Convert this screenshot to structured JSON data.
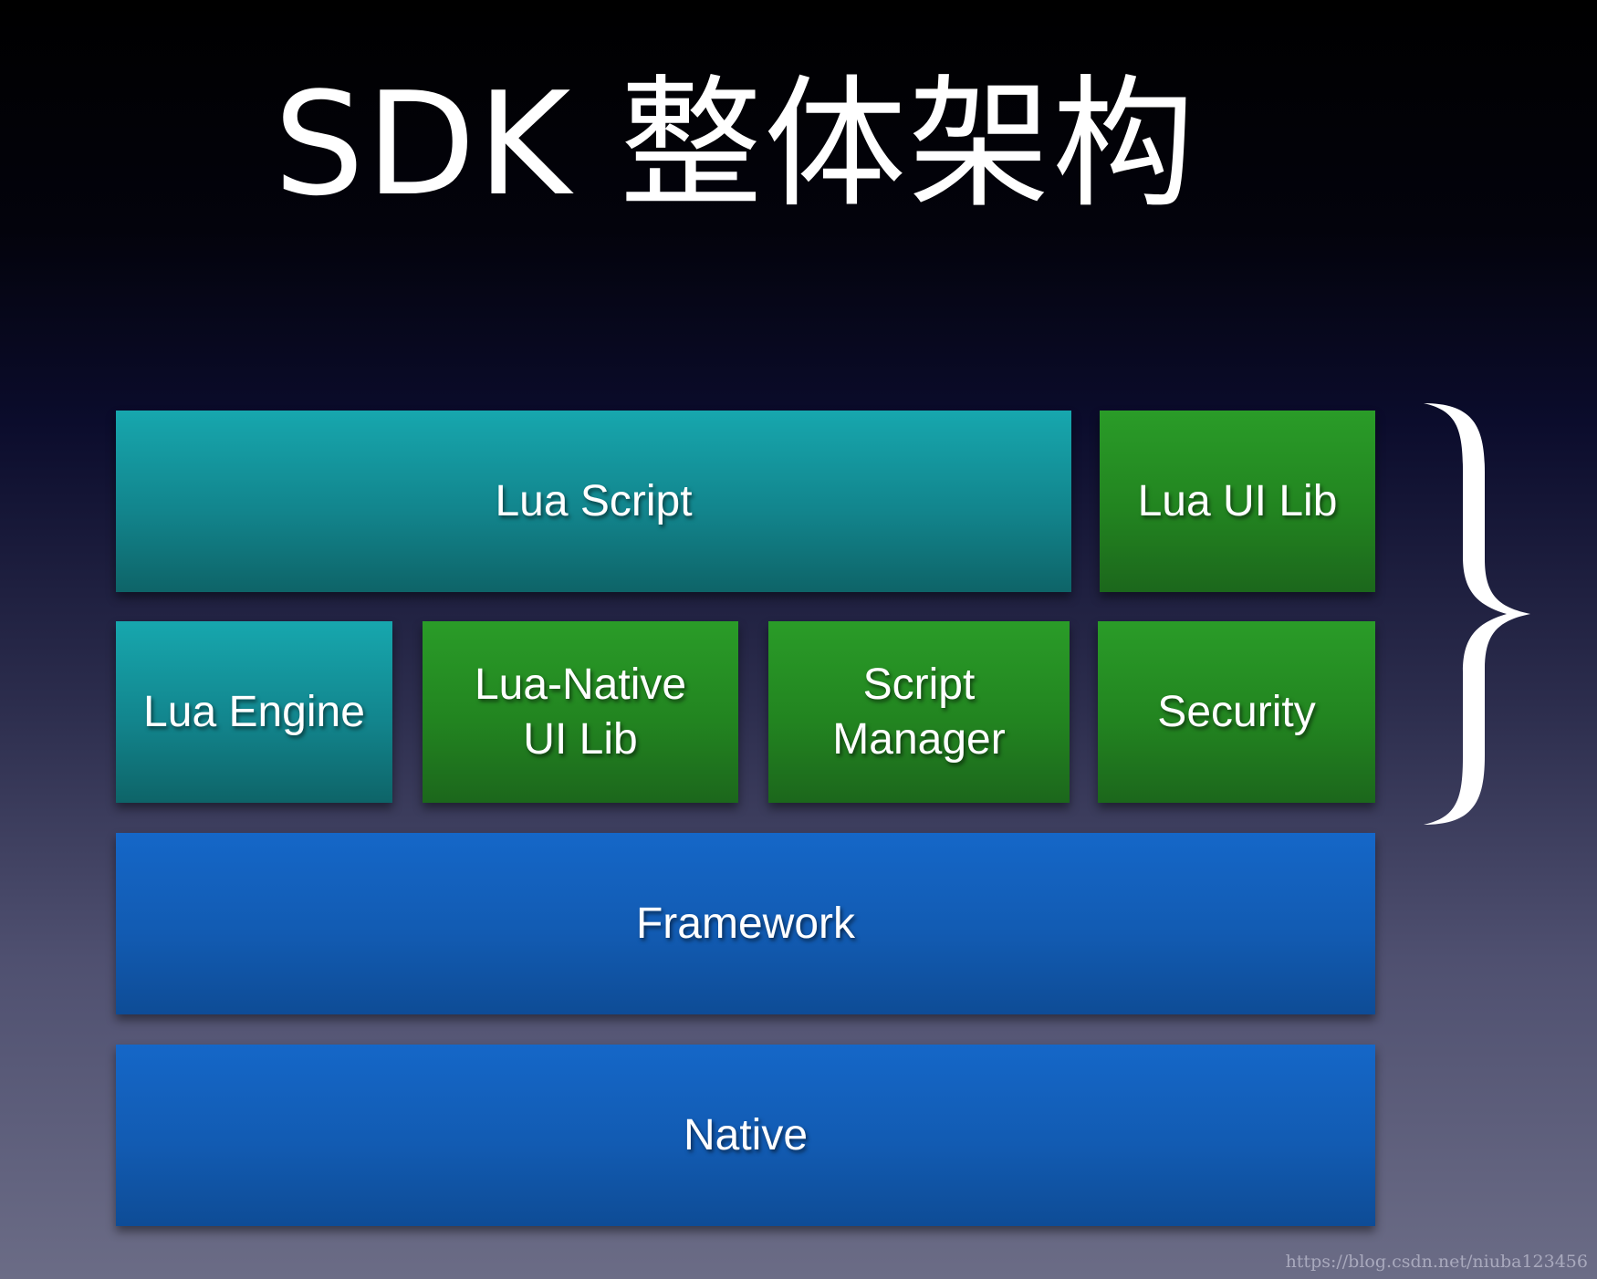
{
  "title": "SDK 整体架构",
  "blocks": {
    "lua_script": "Lua Script",
    "lua_ui_lib": "Lua UI Lib",
    "lua_engine": "Lua Engine",
    "lua_native_ui_lib": "Lua-Native\nUI Lib",
    "script_manager": "Script\nManager",
    "security": "Security",
    "framework": "Framework",
    "native": "Native"
  },
  "colors": {
    "teal": "#12858d",
    "green": "#228420",
    "blue": "#125bb2"
  },
  "icons": {
    "brace": "right-curly-brace"
  },
  "watermark": "https://blog.csdn.net/niuba123456"
}
